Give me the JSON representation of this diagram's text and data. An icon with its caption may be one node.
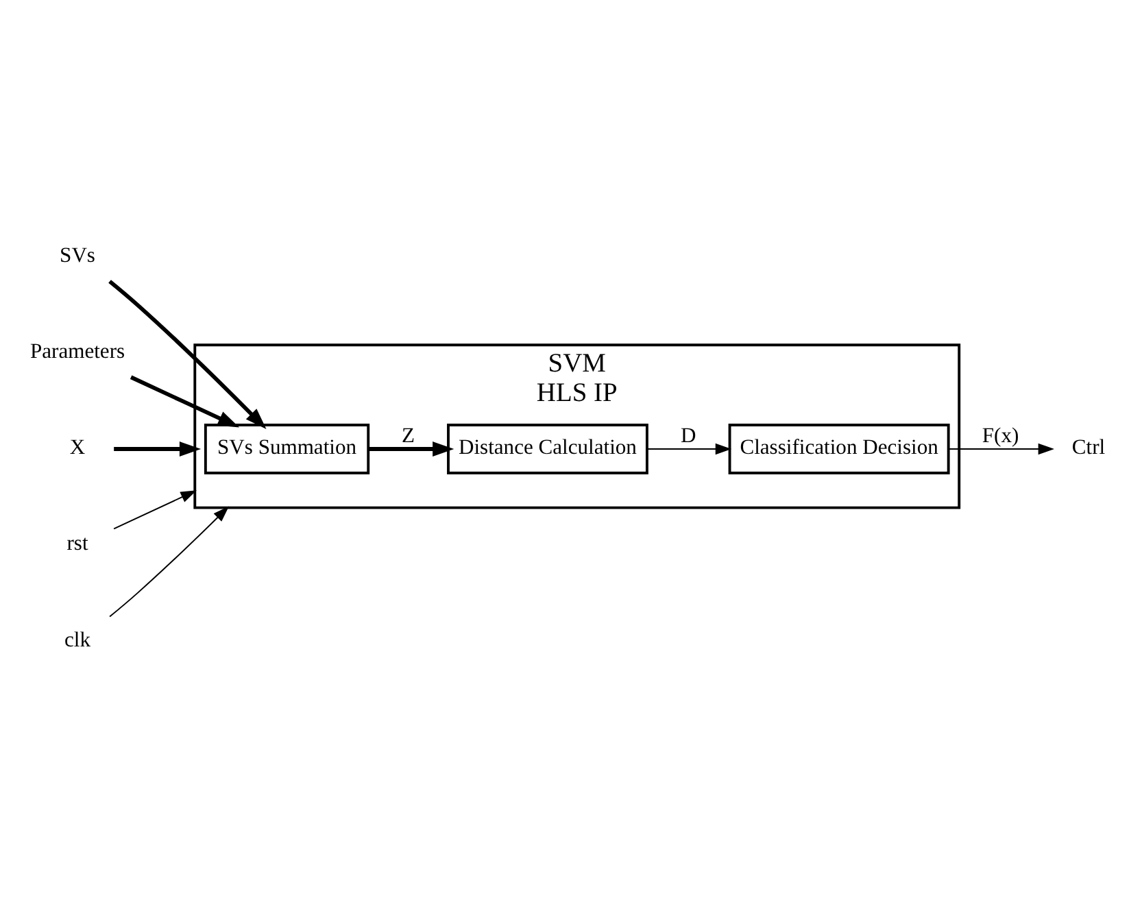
{
  "diagram": {
    "nodes": [
      {
        "text": [
          "SVM",
          "HLS IP"
        ]
      },
      {
        "text": [
          "SVs Summation"
        ],
        "in": 0
      },
      {
        "text": [
          "Distance Calculation"
        ],
        "in": 0
      },
      {
        "text": [
          "Classification Decision"
        ],
        "in": 0
      },
      {
        "text": [
          "SVs"
        ]
      },
      {
        "text": [
          "Parameters"
        ]
      },
      {
        "text": [
          "X"
        ]
      },
      {
        "text": [
          "rst"
        ]
      },
      {
        "text": [
          "clk"
        ]
      },
      {
        "text": [
          "Ctrl"
        ]
      }
    ],
    "edges": [
      {
        "from": 4,
        "to": 1,
        "arrow": "to",
        "style": "thick"
      },
      {
        "from": 5,
        "to": 1,
        "arrow": "to",
        "style": "thick"
      },
      {
        "from": 6,
        "to": 0,
        "arrow": "to",
        "style": "thick"
      },
      {
        "from": 7,
        "to": 0,
        "arrow": "to"
      },
      {
        "from": 8,
        "to": 0,
        "arrow": "to"
      },
      {
        "from": 1,
        "to": 2,
        "arrow": "to",
        "label": "Z",
        "style": "thick"
      },
      {
        "from": 2,
        "to": 3,
        "arrow": "to",
        "label": "D"
      },
      {
        "from": 3,
        "to": 9,
        "arrow": "to",
        "label": "F(x)"
      }
    ]
  }
}
